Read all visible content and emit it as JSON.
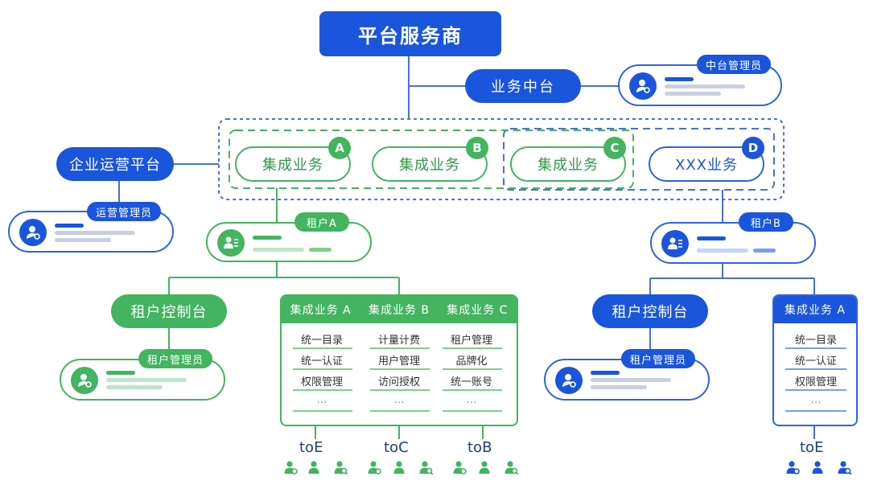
{
  "title": "平台服务商",
  "middle_platform": {
    "label": "业务中台",
    "admin_tag": "中台管理员"
  },
  "enterprise_ops": {
    "label": "企业运营平台",
    "admin_tag": "运营管理员"
  },
  "businesses": [
    {
      "label": "集成业务",
      "badge": "A"
    },
    {
      "label": "集成业务",
      "badge": "B"
    },
    {
      "label": "集成业务",
      "badge": "C"
    },
    {
      "label": "XXX业务",
      "badge": "D"
    }
  ],
  "tenant_a": {
    "tag": "租户A",
    "console": "租户控制台",
    "admin_tag": "租户管理员",
    "table": {
      "headers": [
        "集成业务 A",
        "集成业务 B",
        "集成业务 C"
      ],
      "rows": [
        [
          "统一目录",
          "计量计费",
          "租户管理"
        ],
        [
          "统一认证",
          "用户管理",
          "品牌化"
        ],
        [
          "权限管理",
          "访问授权",
          "统一账号"
        ],
        [
          "…",
          "…",
          "…"
        ]
      ],
      "targets": [
        "toE",
        "toC",
        "toB"
      ]
    }
  },
  "tenant_b": {
    "tag": "租户B",
    "console": "租户控制台",
    "admin_tag": "租户管理员",
    "table": {
      "header": "集成业务 A",
      "rows": [
        "统一目录",
        "统一认证",
        "权限管理",
        "…"
      ],
      "target": "toE"
    }
  },
  "icons": {
    "admin_avatar": "user-gear-icon",
    "tenant_avatar": "user-list-icon",
    "people": [
      "user-gear-icon",
      "user-icon",
      "user-search-icon"
    ]
  },
  "colors": {
    "blue": "#1a56db",
    "green": "#43b45f",
    "line_blue": "#4a6fd6"
  }
}
